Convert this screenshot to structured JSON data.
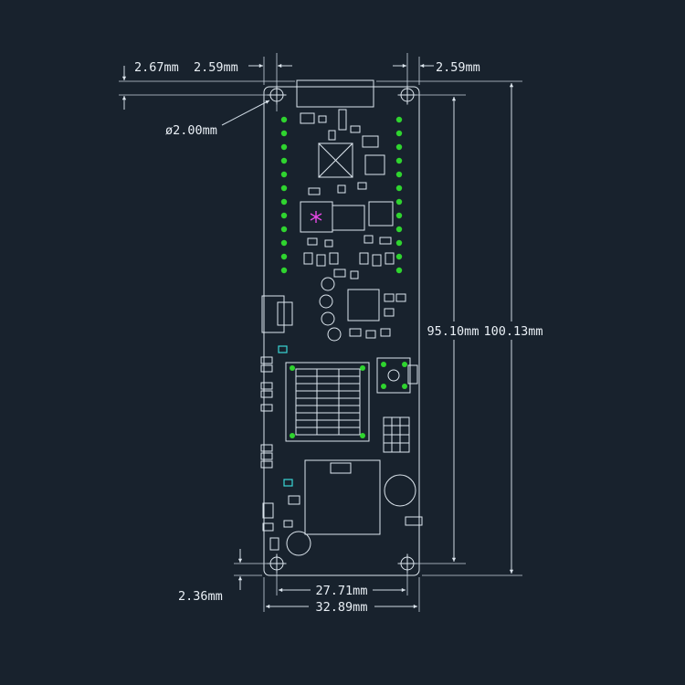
{
  "drawing": {
    "type": "pcb-dimension-diagram",
    "background": "#18222d",
    "line_color": "#dde6ee",
    "pad_color": "#2fd42f",
    "accent_cyan": "#39d6d6",
    "accent_magenta": "#e549e5",
    "dimensions": {
      "top_hole_offset": "2.67mm",
      "left_hole_inset": "2.59mm",
      "right_hole_inset": "2.59mm",
      "hole_diameter": "ø2.00mm",
      "hole_span_height": "95.10mm",
      "board_height": "100.13mm",
      "bottom_hole_offset": "2.36mm",
      "hole_span_width": "27.71mm",
      "board_width": "32.89mm"
    }
  }
}
